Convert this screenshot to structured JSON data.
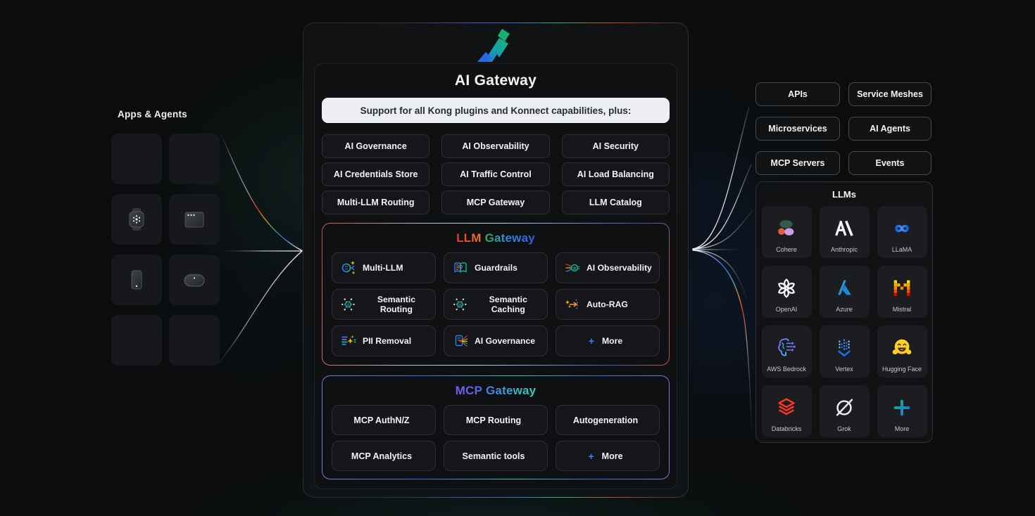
{
  "left": {
    "label": "Apps & Agents",
    "devices": [
      "blank",
      "blank",
      "smartwatch",
      "browser-window",
      "smartphone",
      "smart-speaker",
      "blank",
      "blank"
    ]
  },
  "gateway": {
    "title": "AI Gateway",
    "banner": "Support for all Kong plugins and Konnect capabilities, plus:",
    "capabilities": [
      "AI Governance",
      "AI Observability",
      "AI Security",
      "AI Credentials Store",
      "AI Traffic Control",
      "AI Load Balancing",
      "Multi-LLM Routing",
      "MCP Gateway",
      "LLM Catalog"
    ],
    "llm_gateway": {
      "title_part1": "LLM",
      "title_part2": "Gateway",
      "items": [
        {
          "label": "Multi-LLM",
          "icon": "multi-llm-icon"
        },
        {
          "label": "Guardrails",
          "icon": "guardrails-icon"
        },
        {
          "label": "AI Observability",
          "icon": "ai-observability-icon"
        },
        {
          "label": "Semantic Routing",
          "icon": "semantic-routing-icon"
        },
        {
          "label": "Semantic Caching",
          "icon": "semantic-caching-icon"
        },
        {
          "label": "Auto-RAG",
          "icon": "auto-rag-icon"
        },
        {
          "label": "PII Removal",
          "icon": "pii-removal-icon"
        },
        {
          "label": "AI Governance",
          "icon": "ai-governance-icon"
        },
        {
          "label": "More",
          "plus": "+",
          "icon": "plus-icon"
        }
      ]
    },
    "mcp_gateway": {
      "title_part1": "MCP",
      "title_part2": "Gateway",
      "items": [
        {
          "label": "MCP AuthN/Z"
        },
        {
          "label": "MCP Routing"
        },
        {
          "label": "Autogeneration"
        },
        {
          "label": "MCP Analytics"
        },
        {
          "label": "Semantic tools"
        },
        {
          "label": "More",
          "plus": "+"
        }
      ]
    }
  },
  "right": {
    "buttons": [
      "APIs",
      "Service Meshes",
      "Microservices",
      "AI Agents",
      "MCP Servers",
      "Events"
    ],
    "llms": {
      "title": "LLMs",
      "providers": [
        {
          "name": "Cohere",
          "icon": "cohere-logo-icon"
        },
        {
          "name": "Anthropic",
          "icon": "anthropic-logo-icon"
        },
        {
          "name": "LLaMA",
          "icon": "llama-meta-logo-icon"
        },
        {
          "name": "OpenAI",
          "icon": "openai-logo-icon"
        },
        {
          "name": "Azure",
          "icon": "azure-logo-icon"
        },
        {
          "name": "Mistral",
          "icon": "mistral-logo-icon"
        },
        {
          "name": "AWS Bedrock",
          "icon": "aws-bedrock-logo-icon"
        },
        {
          "name": "Vertex",
          "icon": "vertex-logo-icon"
        },
        {
          "name": "Hugging Face",
          "icon": "hugging-face-logo-icon"
        },
        {
          "name": "Databricks",
          "icon": "databricks-logo-icon"
        },
        {
          "name": "Grok",
          "icon": "grok-logo-icon"
        },
        {
          "name": "More",
          "icon": "plus-more-icon"
        }
      ]
    }
  },
  "colors": {
    "page_bg": "#0a0c0d",
    "card_bg": "#101214",
    "banner_bg": "#edeff2",
    "accent_blue": "#3b82f6",
    "accent_green": "#16b87a",
    "accent_red": "#e0402a",
    "accent_orange": "#f0a020",
    "accent_purple": "#7c5cf0"
  }
}
